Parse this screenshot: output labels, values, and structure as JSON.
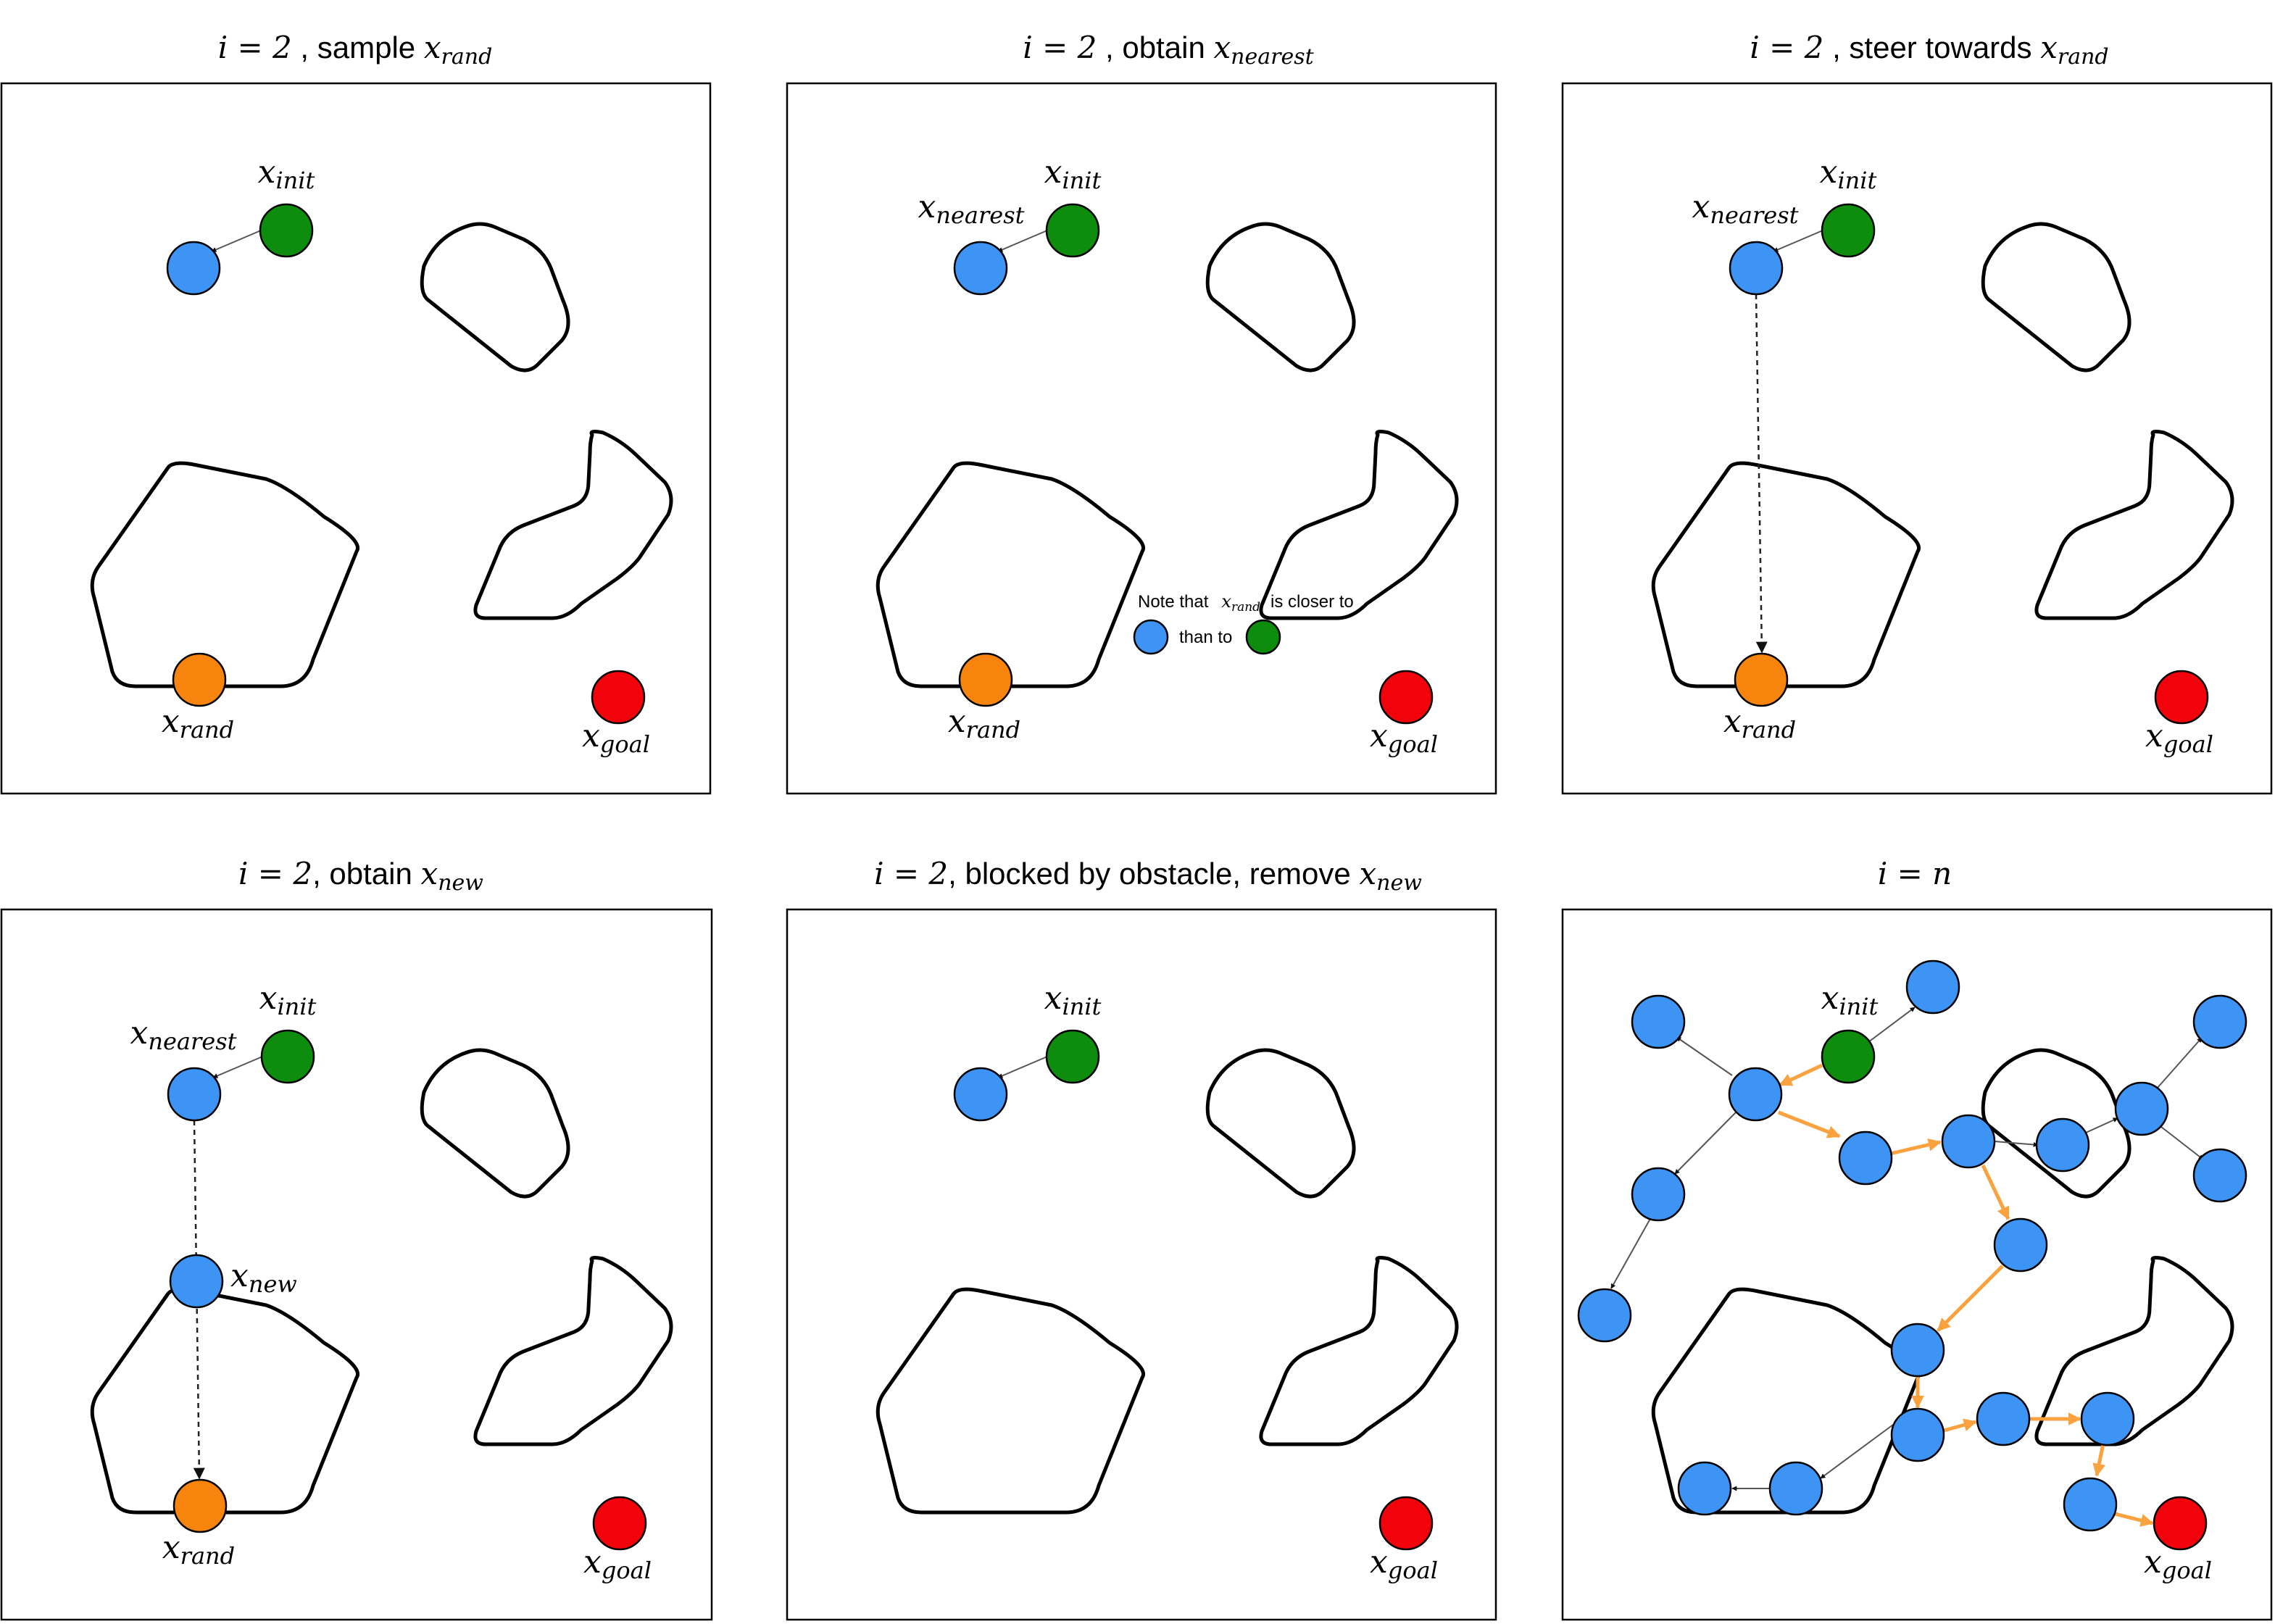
{
  "colors": {
    "tree_node": "#3d94f5",
    "init_node": "#0e8c0e",
    "rand_node": "#f7850d",
    "goal_node": "#f2030b",
    "path_edge": "#f9a23f",
    "tree_edge": "#555555",
    "steer_edge": "#222222"
  },
  "labels": {
    "x": "x",
    "init": "init",
    "rand": "rand",
    "nearest": "nearest",
    "goal": "goal",
    "new": "new"
  },
  "panels": [
    {
      "title": {
        "math_prefix": "i = 2",
        "text": " , sample ",
        "math_var": "x",
        "math_sub": "rand"
      }
    },
    {
      "title": {
        "math_prefix": "i = 2",
        "text": " , obtain ",
        "math_var": "x",
        "math_sub": "nearest"
      },
      "note": {
        "line1_prefix": "Note that",
        "line1_var": "x",
        "line1_sub": "rand",
        "line1_suffix": "is closer to",
        "line2_middle": "than to"
      }
    },
    {
      "title": {
        "math_prefix": "i = 2",
        "text": " , steer towards ",
        "math_var": "x",
        "math_sub": "rand"
      }
    },
    {
      "title": {
        "math_prefix": "i = 2",
        "text": ", obtain ",
        "math_var": "x",
        "math_sub": "new"
      }
    },
    {
      "title": {
        "math_prefix": "i = 2",
        "text": ", blocked by obstacle, remove ",
        "math_var": "x",
        "math_sub": "new"
      }
    },
    {
      "title": {
        "math_prefix": "i = n",
        "text": "",
        "math_var": "",
        "math_sub": ""
      }
    }
  ]
}
